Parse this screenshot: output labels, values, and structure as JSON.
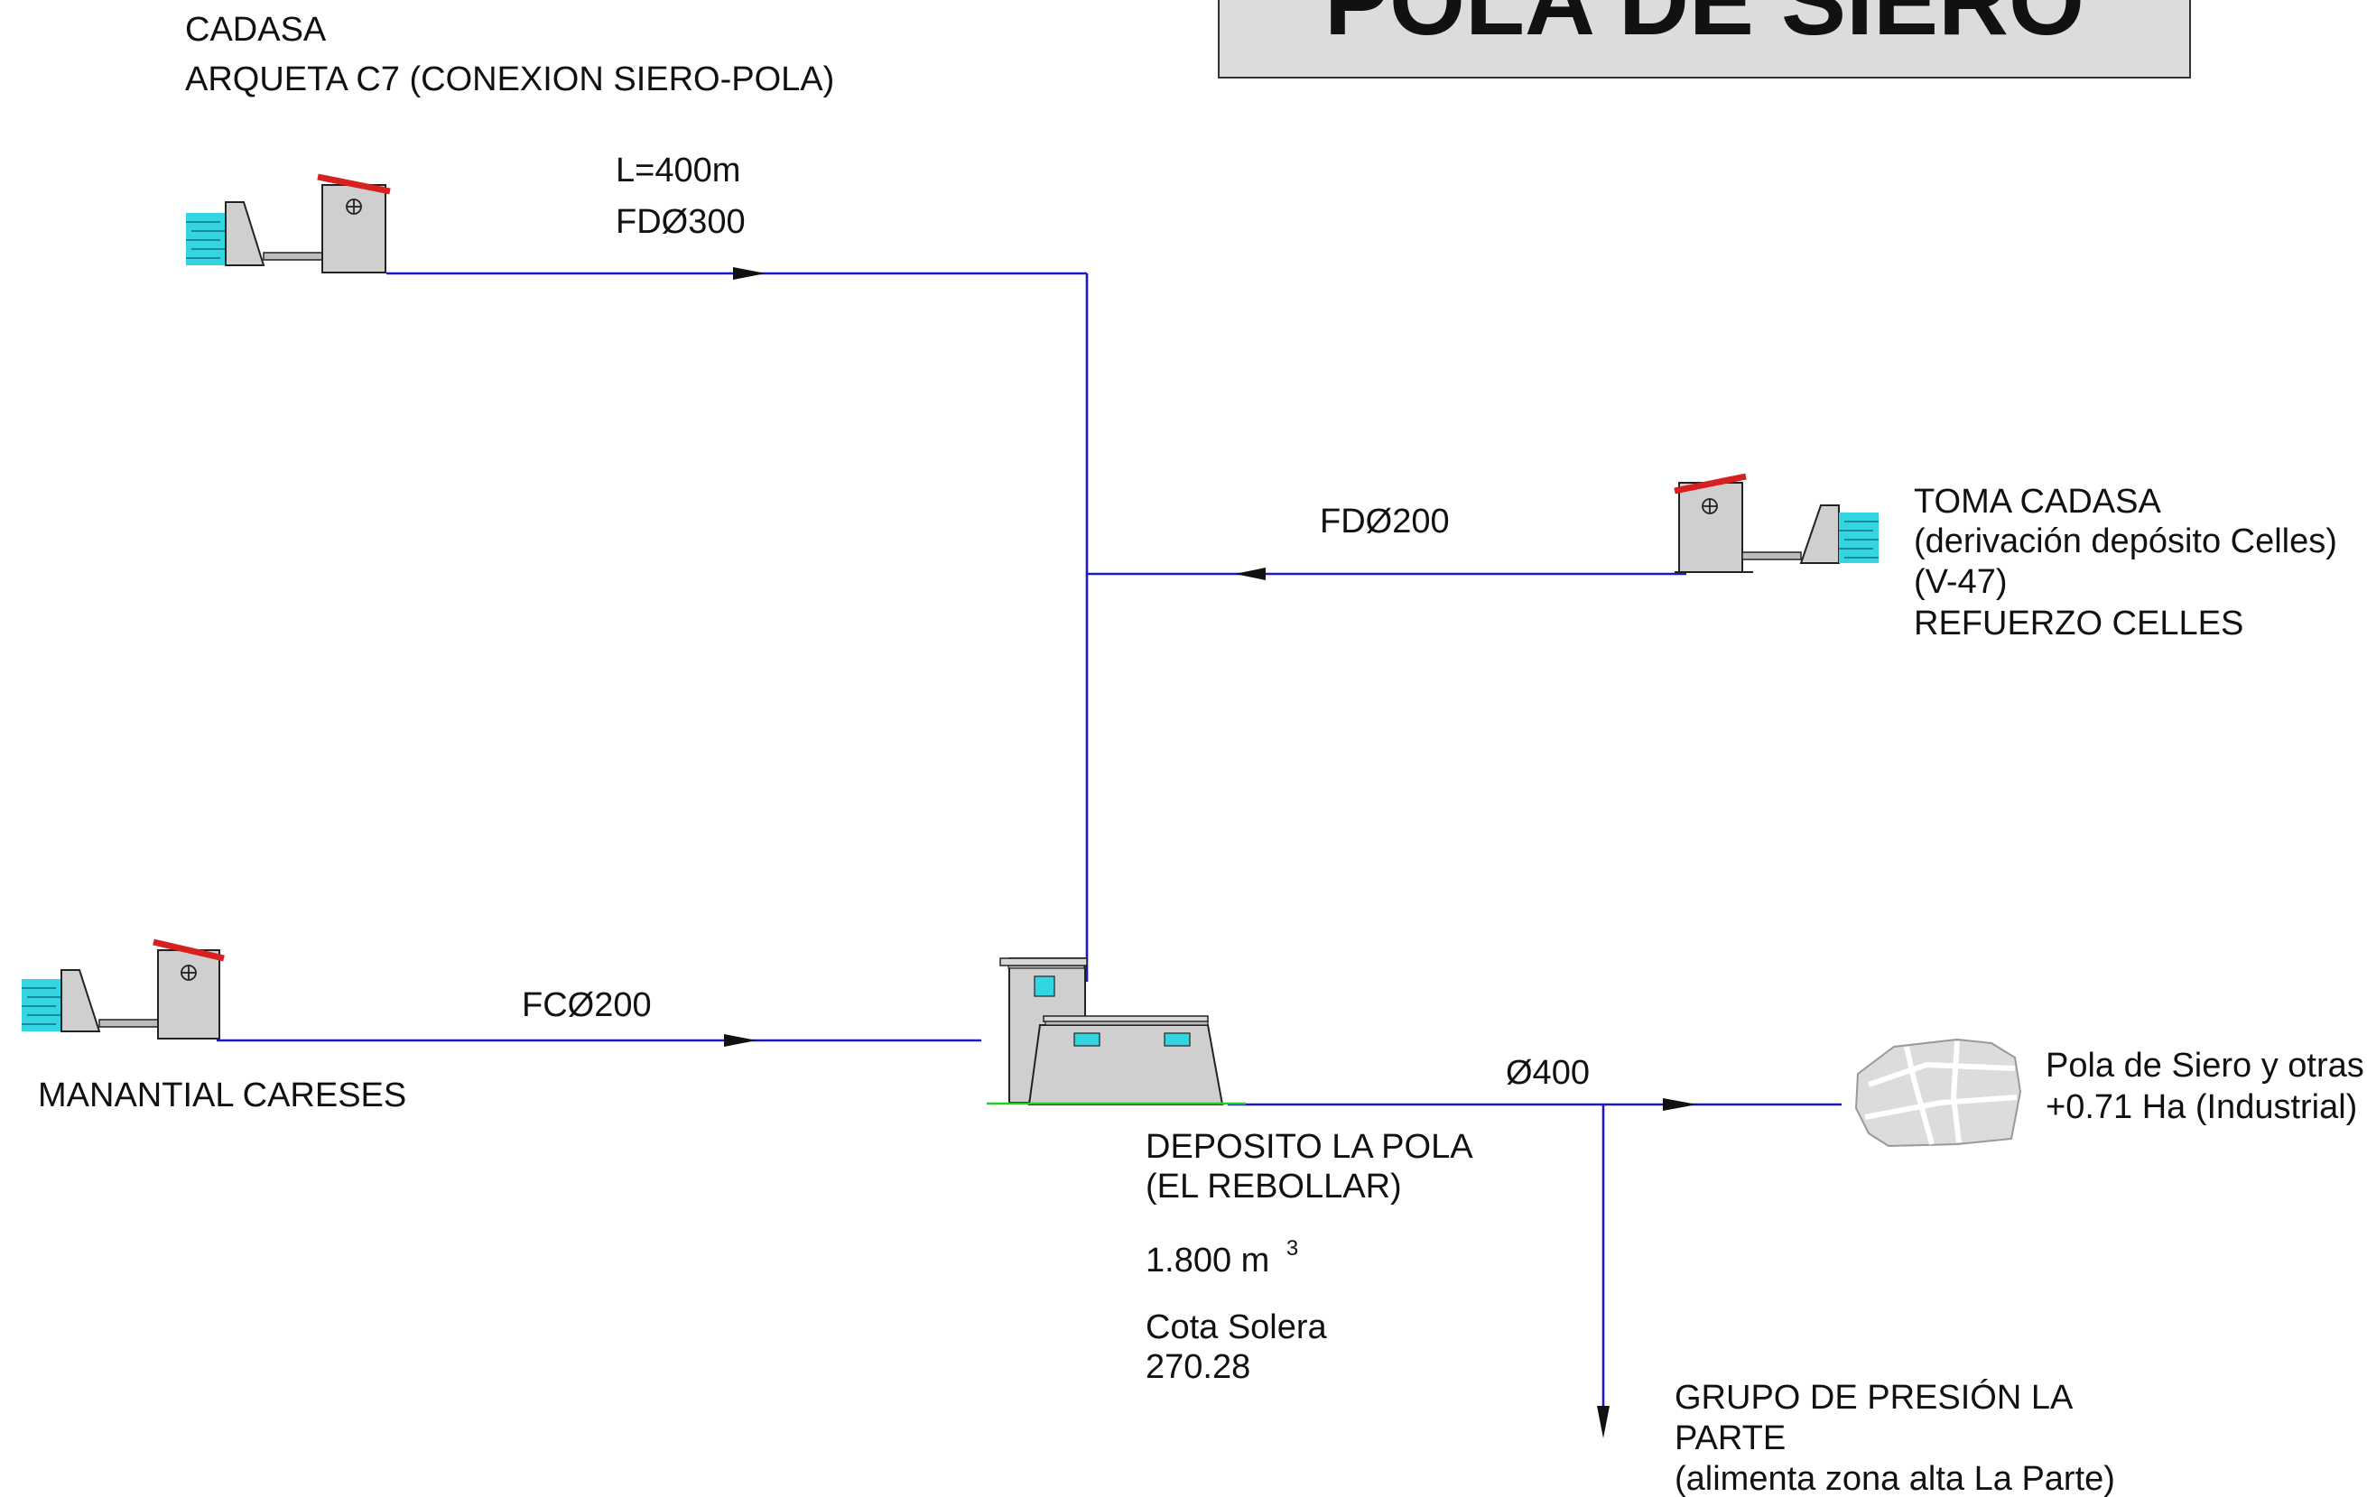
{
  "title": "POLA DE SIERO",
  "colors": {
    "pipe": "#1a1acc",
    "roof": "#d92020",
    "water": "#33d6e0",
    "building": "#cfcfcf",
    "ground": "#22cc22",
    "arrow": "#111111"
  },
  "sources": {
    "cadasa_c7": {
      "line1": "CADASA",
      "line2": "ARQUETA  C7 (CONEXION SIERO-POLA)"
    },
    "toma_cadasa": {
      "line1": "TOMA CADASA",
      "line2": "(derivación depósito Celles)",
      "line3": "(V-47)",
      "line4": "REFUERZO CELLES"
    },
    "manantial": {
      "line1": "MANANTIAL CARESES"
    }
  },
  "pipes": {
    "c7_length": "L=400m",
    "c7_diameter": "FDØ300",
    "toma_diameter": "FDØ200",
    "manantial_diameter": "FCØ200",
    "outlet_diameter": "Ø400"
  },
  "deposit": {
    "name1": "DEPOSITO  LA POLA",
    "name2": "(EL REBOLLAR)",
    "volume": "1.800 m",
    "volume_exp": "3",
    "cota_label": "Cota Solera",
    "cota_value": "270.28"
  },
  "destinations": {
    "pola": {
      "line1": "Pola de Siero y otras",
      "line2": "+0.71 Ha (Industrial)"
    },
    "grupo": {
      "line1": "GRUPO DE PRESIÓN LA",
      "line2": "PARTE",
      "line3": "(alimenta zona alta La Parte)"
    }
  }
}
